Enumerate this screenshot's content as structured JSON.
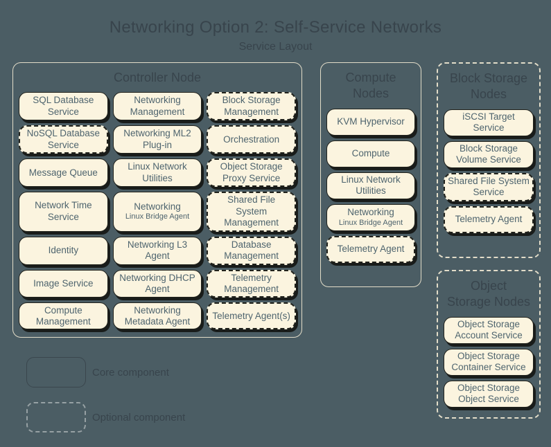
{
  "header": {
    "title": "Networking Option 2: Self-Service Networks",
    "subtitle": "Service Layout"
  },
  "colors": {
    "background": "#4b5d64",
    "component_fill": "#fbf4df",
    "component_border": "#20211b",
    "component_text": "#4e646e",
    "container_border": "#e3ddc9",
    "heading_text": "#38444c",
    "legend_core_border": "#3a464d",
    "legend_optional_border": "#97a1a4"
  },
  "containers": [
    {
      "id": "controller",
      "title": "Controller Node",
      "border_style": "solid",
      "items": [
        {
          "label": "SQL Database Service",
          "type": "core"
        },
        {
          "label": "Networking Management",
          "type": "core"
        },
        {
          "label": "Block Storage Management",
          "type": "optional"
        },
        {
          "label": "NoSQL Database Service",
          "type": "optional"
        },
        {
          "label": "Networking ML2 Plug-in",
          "type": "core"
        },
        {
          "label": "Orchestration",
          "type": "optional"
        },
        {
          "label": "Message Queue",
          "type": "core"
        },
        {
          "label": "Linux Network Utilities",
          "type": "core"
        },
        {
          "label": "Object Storage Proxy Service",
          "type": "optional"
        },
        {
          "label": "Network Time Service",
          "type": "core"
        },
        {
          "label": "Networking",
          "sublabel": "Linux Bridge Agent",
          "type": "core"
        },
        {
          "label": "Shared File System Management",
          "type": "optional"
        },
        {
          "label": "Identity",
          "type": "core"
        },
        {
          "label": "Networking L3 Agent",
          "type": "core"
        },
        {
          "label": "Database Management",
          "type": "optional"
        },
        {
          "label": "Image Service",
          "type": "core"
        },
        {
          "label": "Networking DHCP Agent",
          "type": "core"
        },
        {
          "label": "Telemetry Management",
          "type": "optional"
        },
        {
          "label": "Compute Management",
          "type": "core"
        },
        {
          "label": "Networking Metadata Agent",
          "type": "core"
        },
        {
          "label": "Telemetry Agent(s)",
          "type": "optional"
        }
      ]
    },
    {
      "id": "compute",
      "title": "Compute\nNodes",
      "border_style": "solid",
      "items": [
        {
          "label": "KVM Hypervisor",
          "type": "core"
        },
        {
          "label": "Compute",
          "type": "core"
        },
        {
          "label": "Linux Network Utilities",
          "type": "core"
        },
        {
          "label": "Networking",
          "sublabel": "Linux Bridge Agent",
          "type": "core"
        },
        {
          "label": "Telemetry Agent",
          "type": "optional"
        }
      ]
    },
    {
      "id": "blockstorage",
      "title": "Block Storage\nNodes",
      "border_style": "dashed",
      "items": [
        {
          "label": "iSCSI Target Service",
          "type": "core"
        },
        {
          "label": "Block Storage Volume Service",
          "type": "core"
        },
        {
          "label": "Shared File System Service",
          "type": "optional"
        },
        {
          "label": "Telemetry Agent",
          "type": "optional"
        }
      ]
    },
    {
      "id": "objectstorage",
      "title": "Object\nStorage Nodes",
      "border_style": "dashed",
      "items": [
        {
          "label": "Object Storage Account Service",
          "type": "core"
        },
        {
          "label": "Object Storage Container Service",
          "type": "core"
        },
        {
          "label": "Object Storage Object Service",
          "type": "core"
        }
      ]
    }
  ],
  "legend": [
    {
      "style": "solid",
      "label": "Core component"
    },
    {
      "style": "dashed",
      "label": "Optional component"
    }
  ]
}
